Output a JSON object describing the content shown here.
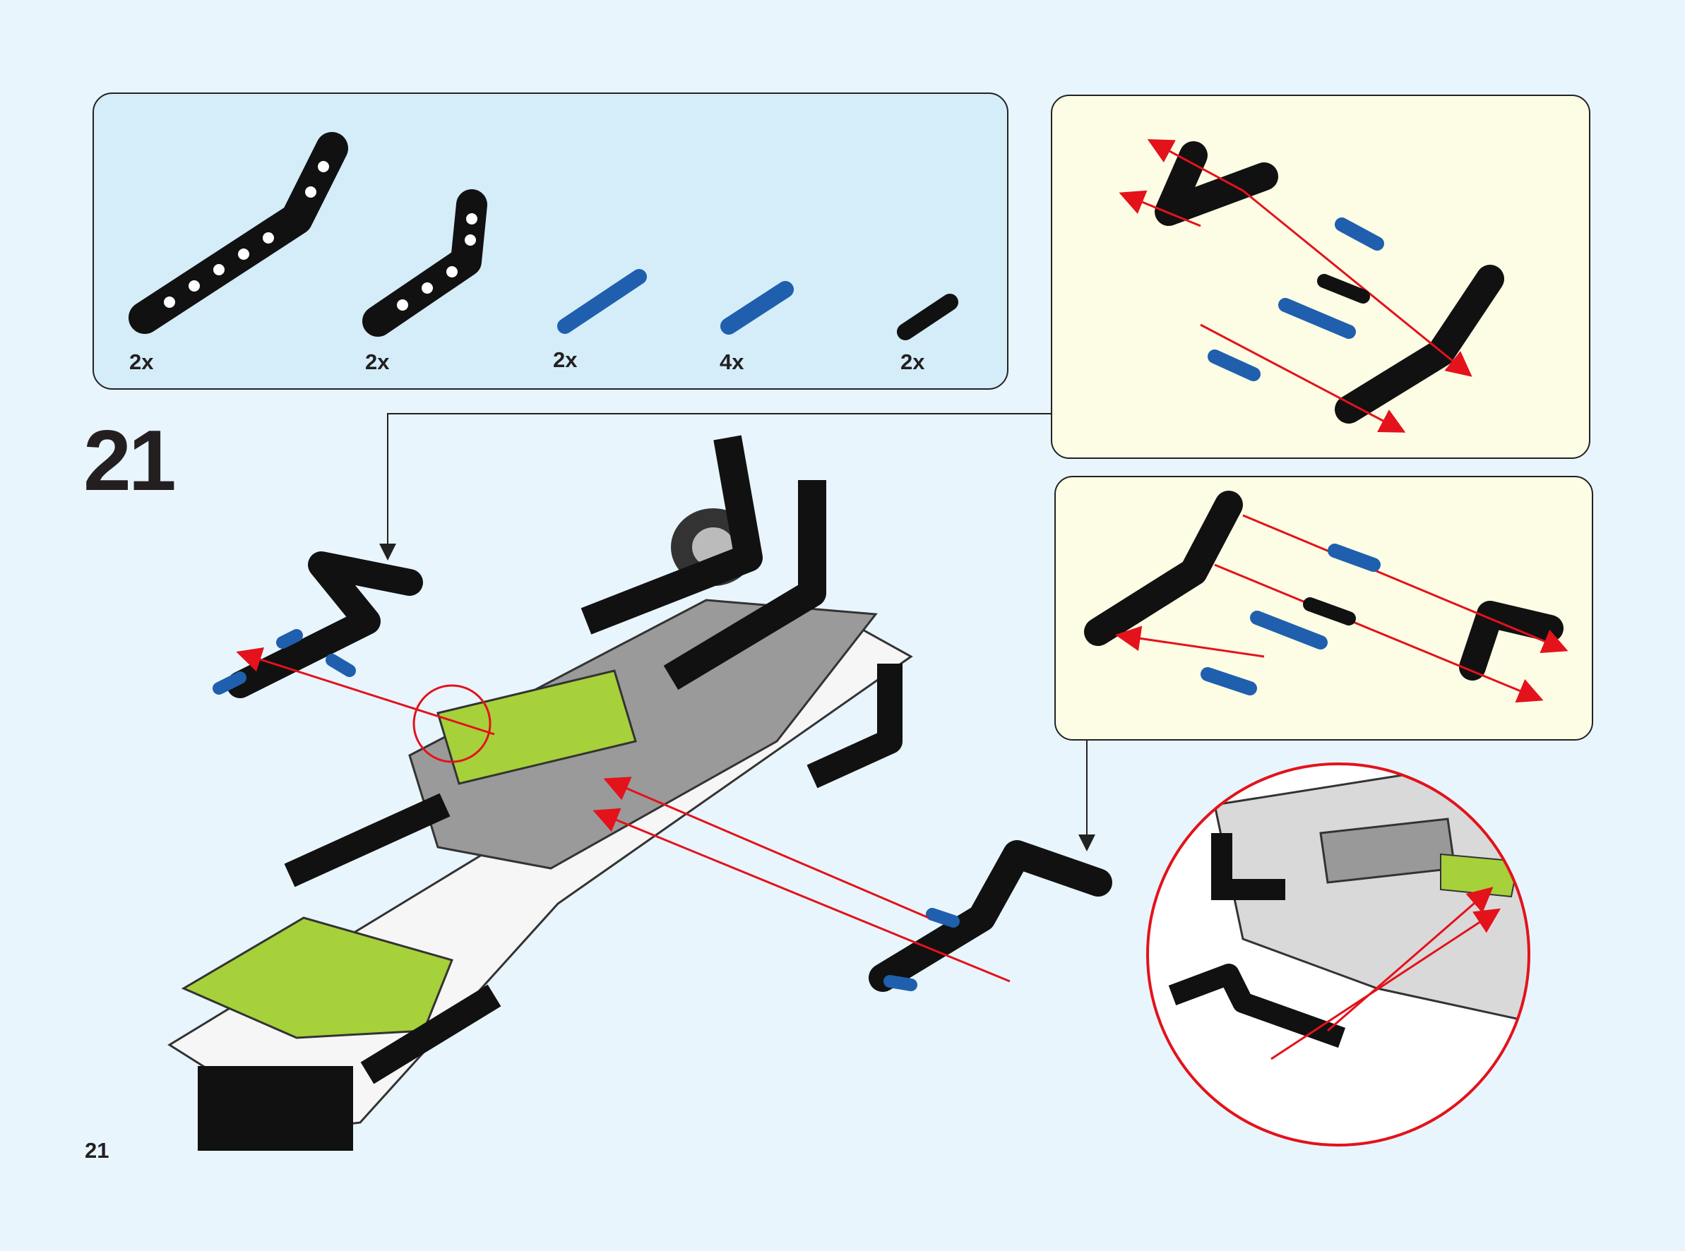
{
  "step_number": "21",
  "page_number": "21",
  "parts_list": [
    {
      "part": "bent-beam-long",
      "quantity": "2x"
    },
    {
      "part": "l-beam",
      "quantity": "2x"
    },
    {
      "part": "blue-axle-pin",
      "quantity": "2x"
    },
    {
      "part": "blue-friction-pin",
      "quantity": "4x"
    },
    {
      "part": "black-pin",
      "quantity": "2x"
    }
  ],
  "colors": {
    "background": "#e8f5fc",
    "parts_box": "#d4edf9",
    "sub_box": "#fdfde5",
    "arrow": "#e3121b",
    "beam": "#111111",
    "pin": "#1f5fae",
    "lime": "#a6d13a"
  }
}
